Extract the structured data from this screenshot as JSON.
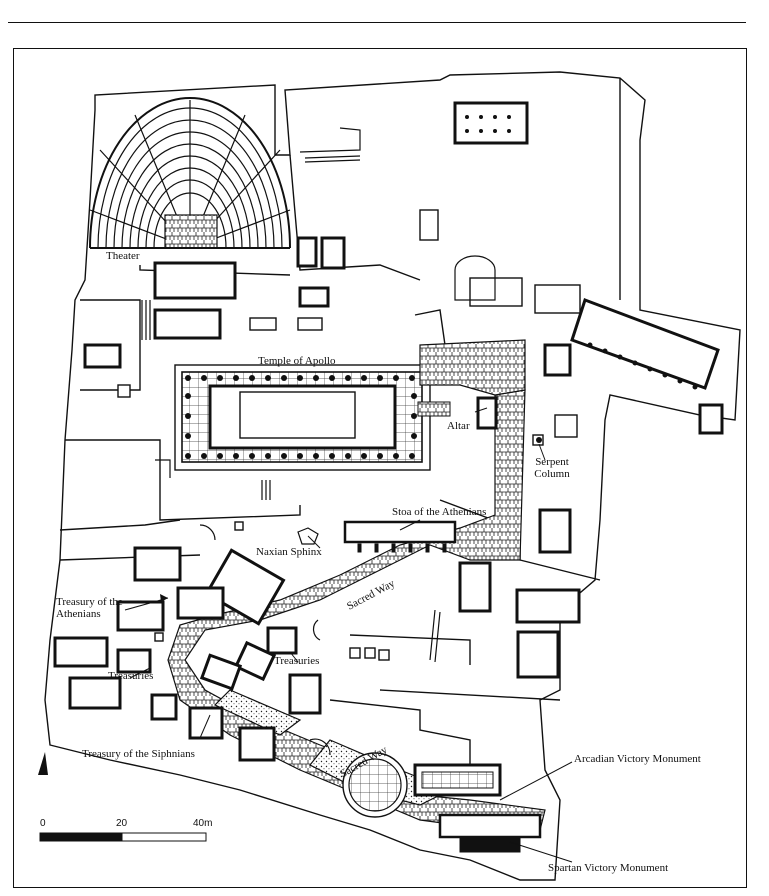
{
  "labels": {
    "theater": "Theater",
    "temple_of_apollo": "Temple of Apollo",
    "altar": "Altar",
    "serpent_column": "Serpent Column",
    "stoa_of_the_athenians": "Stoa of the Athenians",
    "naxian_sphinx": "Naxian Sphinx",
    "sacred_way_upper": "Sacred Way",
    "sacred_way_lower": "Sacred Way",
    "treasury_of_the_athenians": "Treasury of the Athenians",
    "treasuries_center": "Treasuries",
    "treasuries_left": "Treasuries",
    "treasury_of_the_siphnians": "Treasury of the Siphnians",
    "arcadian_victory_monument": "Arcadian Victory Monument",
    "spartan_victory_monument": "Spartan Victory Monument"
  },
  "scale_bar": {
    "ticks": [
      "0",
      "20",
      "40m"
    ]
  },
  "colors": {
    "ink": "#111111",
    "paper": "#ffffff"
  },
  "icons": {
    "north": "north-arrow-icon"
  }
}
